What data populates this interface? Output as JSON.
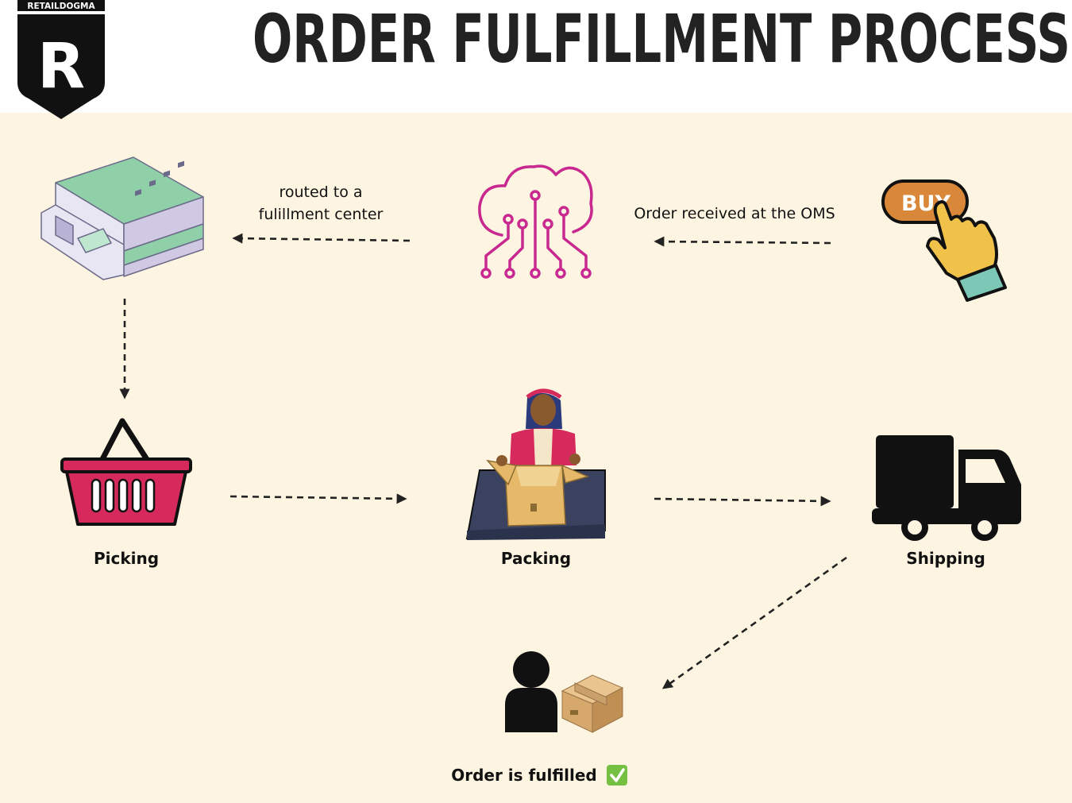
{
  "header": {
    "brand": "RETAILDOGMA",
    "logo_letter": "R",
    "title": "ORDER FULFILLMENT PROCESS"
  },
  "steps": {
    "order_received": "Order received at the OMS",
    "routed_line1": "routed to a",
    "routed_line2": "fulillment center",
    "buy_button": "BUY",
    "picking": "Picking",
    "packing": "Packing",
    "shipping": "Shipping",
    "fulfilled": "Order is fulfilled"
  },
  "icons": {
    "buy": "buy-click-icon",
    "cloud": "cloud-network-icon",
    "warehouse": "warehouse-icon",
    "basket": "shopping-basket-icon",
    "packer": "packing-worker-icon",
    "truck": "delivery-truck-icon",
    "customer": "customer-icon",
    "parcel": "parcel-box-icon",
    "check": "check-mark-icon"
  },
  "colors": {
    "background": "#fdf5e1",
    "cloud": "#c8288f",
    "basket": "#d62a5c",
    "buy_button": "#d9883a",
    "warehouse_roof": "#8fd0a8",
    "check": "#75c043"
  }
}
